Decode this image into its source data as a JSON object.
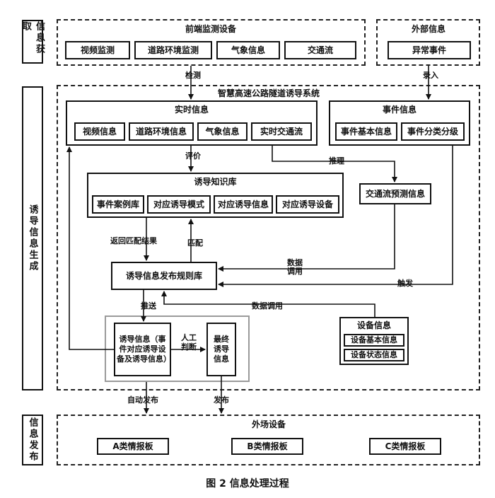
{
  "sections": {
    "acquire": "信息获取",
    "generate": "诱导信息生成",
    "publish": "信息发布"
  },
  "frontend": {
    "title": "前端监测设备",
    "items": [
      "视频监测",
      "道路环境监测",
      "气象信息",
      "交通流"
    ]
  },
  "external": {
    "title": "外部信息",
    "item": "异常事件"
  },
  "system": {
    "title": "智慧高速公路隧道诱导系统"
  },
  "realtime": {
    "title": "实时信息",
    "items": [
      "视频信息",
      "道路环境信息",
      "气象信息",
      "实时交通流"
    ]
  },
  "event": {
    "title": "事件信息",
    "items": [
      "事件基本信息",
      "事件分类分级"
    ]
  },
  "kb": {
    "title": "诱导知识库",
    "items": [
      "事件案例库",
      "对应诱导模式",
      "对应诱导信息",
      "对应诱导设备"
    ]
  },
  "forecast": "交通流预测信息",
  "rules": "诱导信息发布规则库",
  "guidance": "诱导信息（事件对应诱导设备及诱导信息）",
  "final": "最终诱导信息",
  "device_info": {
    "title": "设备信息",
    "items": [
      "设备基本信息",
      "设备状态信息"
    ]
  },
  "field": {
    "title": "外场设备",
    "items": [
      "A类情报板",
      "B类情报板",
      "C类情报板"
    ]
  },
  "edge_labels": {
    "detect": "检测",
    "input": "录入",
    "evaluate": "评价",
    "infer": "推理",
    "return_match": "返回匹配结果",
    "match": "匹配",
    "data_call": "数据调用",
    "trigger": "触发",
    "push": "推送",
    "manual_judge": "人工判断",
    "auto_publish": "自动发布",
    "publish": "发布"
  },
  "caption": "图 2  信息处理过程"
}
